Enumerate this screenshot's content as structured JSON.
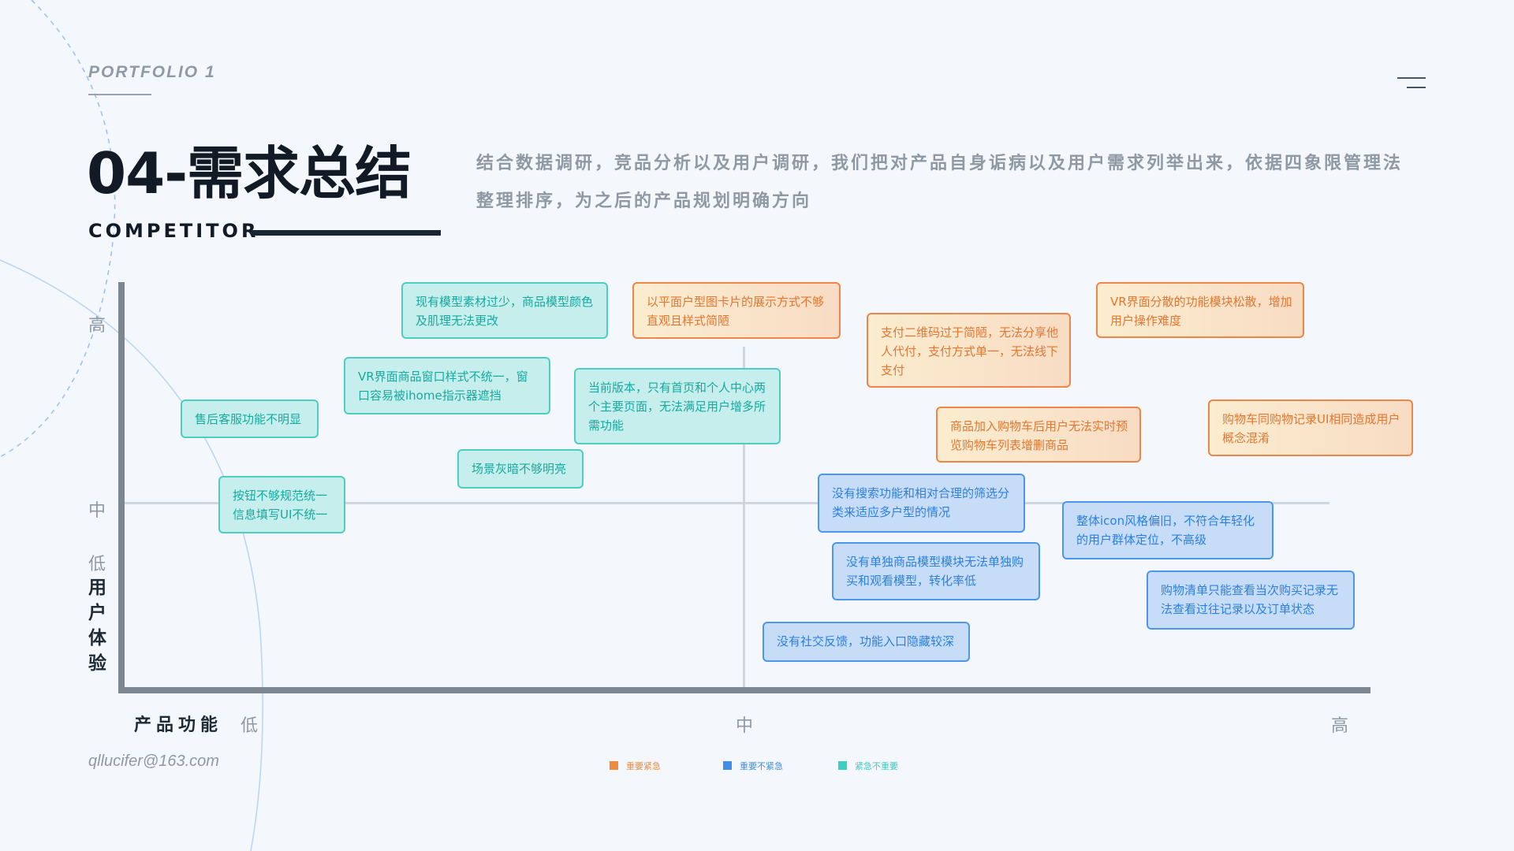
{
  "header": {
    "portfolio": "PORTFOLIO 1",
    "title": "04-需求总结",
    "subtitle_en": "COMPETITOR",
    "intro": "结合数据调研，竞品分析以及用户调研，我们把对产品自身诟病以及用户需求列举出来，依据四象限管理法整理排序，为之后的产品规划明确方向",
    "menu_icon": "menu-icon"
  },
  "axes": {
    "y_title": "用户体验",
    "y_high": "高",
    "y_mid": "中",
    "y_low": "低",
    "x_title": "产品功能",
    "x_low": "低",
    "x_mid": "中",
    "x_high": "高"
  },
  "notes": [
    {
      "text": "现有模型素材过少，商品模型颜色及肌理无法更改",
      "category": "teal"
    },
    {
      "text": "以平面户型图卡片的展示方式不够直观且样式简陋",
      "category": "orange"
    },
    {
      "text": "支付二维码过于简陋，无法分享他人代付，支付方式单一，无法线下支付",
      "category": "orange"
    },
    {
      "text": "VR界面分散的功能模块松散，增加用户操作难度",
      "category": "orange"
    },
    {
      "text": "VR界面商品窗口样式不统一，窗口容易被ihome指示器遮挡",
      "category": "teal"
    },
    {
      "text": "当前版本，只有首页和个人中心两个主要页面，无法满足用户增多所需功能",
      "category": "teal"
    },
    {
      "text": "售后客服功能不明显",
      "category": "teal"
    },
    {
      "text": "商品加入购物车后用户无法实时预览购物车列表增删商品",
      "category": "orange"
    },
    {
      "text": "购物车同购物记录UI相同造成用户概念混淆",
      "category": "orange"
    },
    {
      "text": "场景灰暗不够明亮",
      "category": "teal"
    },
    {
      "text": "按钮不够规范统一信息填写UI不统一",
      "category": "teal"
    },
    {
      "text": "没有搜索功能和相对合理的筛选分类来适应多户型的情况",
      "category": "blue"
    },
    {
      "text": "整体icon风格偏旧，不符合年轻化的用户群体定位，不高级",
      "category": "blue"
    },
    {
      "text": "没有单独商品模型模块无法单独购买和观看模型，转化率低",
      "category": "blue"
    },
    {
      "text": "购物清单只能查看当次购买记录无法查看过往记录以及订单状态",
      "category": "blue"
    },
    {
      "text": "没有社交反馈，功能入口隐藏较深",
      "category": "blue"
    }
  ],
  "legend": [
    {
      "label": "重要紧急",
      "color": "#f08a3e"
    },
    {
      "label": "重要不紧急",
      "color": "#3f8ee8"
    },
    {
      "label": "紧急不重要",
      "color": "#3ccfc3"
    }
  ],
  "footer": {
    "email": "qllucifer@163.com"
  }
}
